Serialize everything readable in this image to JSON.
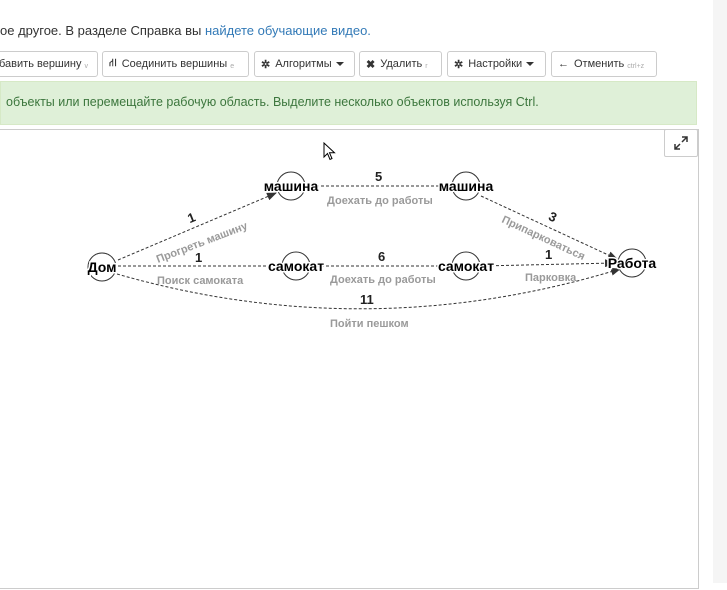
{
  "intro": {
    "text": "ое другое. В разделе Справка вы ",
    "link": "найдете обучающие видео."
  },
  "toolbar": {
    "add_vertex": {
      "label": "бавить вершину",
      "hotkey": "v"
    },
    "connect": {
      "label": "Соединить вершины",
      "hotkey": "e"
    },
    "algorithms": {
      "label": "Алгоритмы"
    },
    "delete": {
      "label": "Удалить",
      "hotkey": "r"
    },
    "settings": {
      "label": "Настройки"
    },
    "undo": {
      "label": "Отменить",
      "hotkey": "ctrl+z"
    }
  },
  "hint": "объекты или перемещайте рабочую область. Выделите несколько объектов используя Ctrl.",
  "icons": {
    "connect": "road-icon",
    "algorithms": "gear-icon",
    "delete": "close-icon",
    "settings": "gear-icon",
    "undo": "arrow-left-icon",
    "fullscreen": "expand-icon"
  },
  "graph": {
    "vertices": {
      "home": "Дом",
      "car1": "машина",
      "car2": "машина",
      "scooter1": "самокат",
      "scooter2": "самокат",
      "work": "Работа"
    },
    "edges": {
      "home_car1": {
        "weight": "1",
        "label": "Прогреть машину"
      },
      "car1_car2": {
        "weight": "5",
        "label": "Доехать до работы"
      },
      "car2_work": {
        "weight": "3",
        "label": "Припарковаться"
      },
      "home_scooter1": {
        "weight": "1",
        "label": "Поиск самоката"
      },
      "scooter1_scooter2": {
        "weight": "6",
        "label": "Доехать до работы"
      },
      "scooter2_work": {
        "weight": "1",
        "label": "Парковка"
      },
      "home_work": {
        "weight": "11",
        "label": "Пойти пешком"
      }
    }
  }
}
